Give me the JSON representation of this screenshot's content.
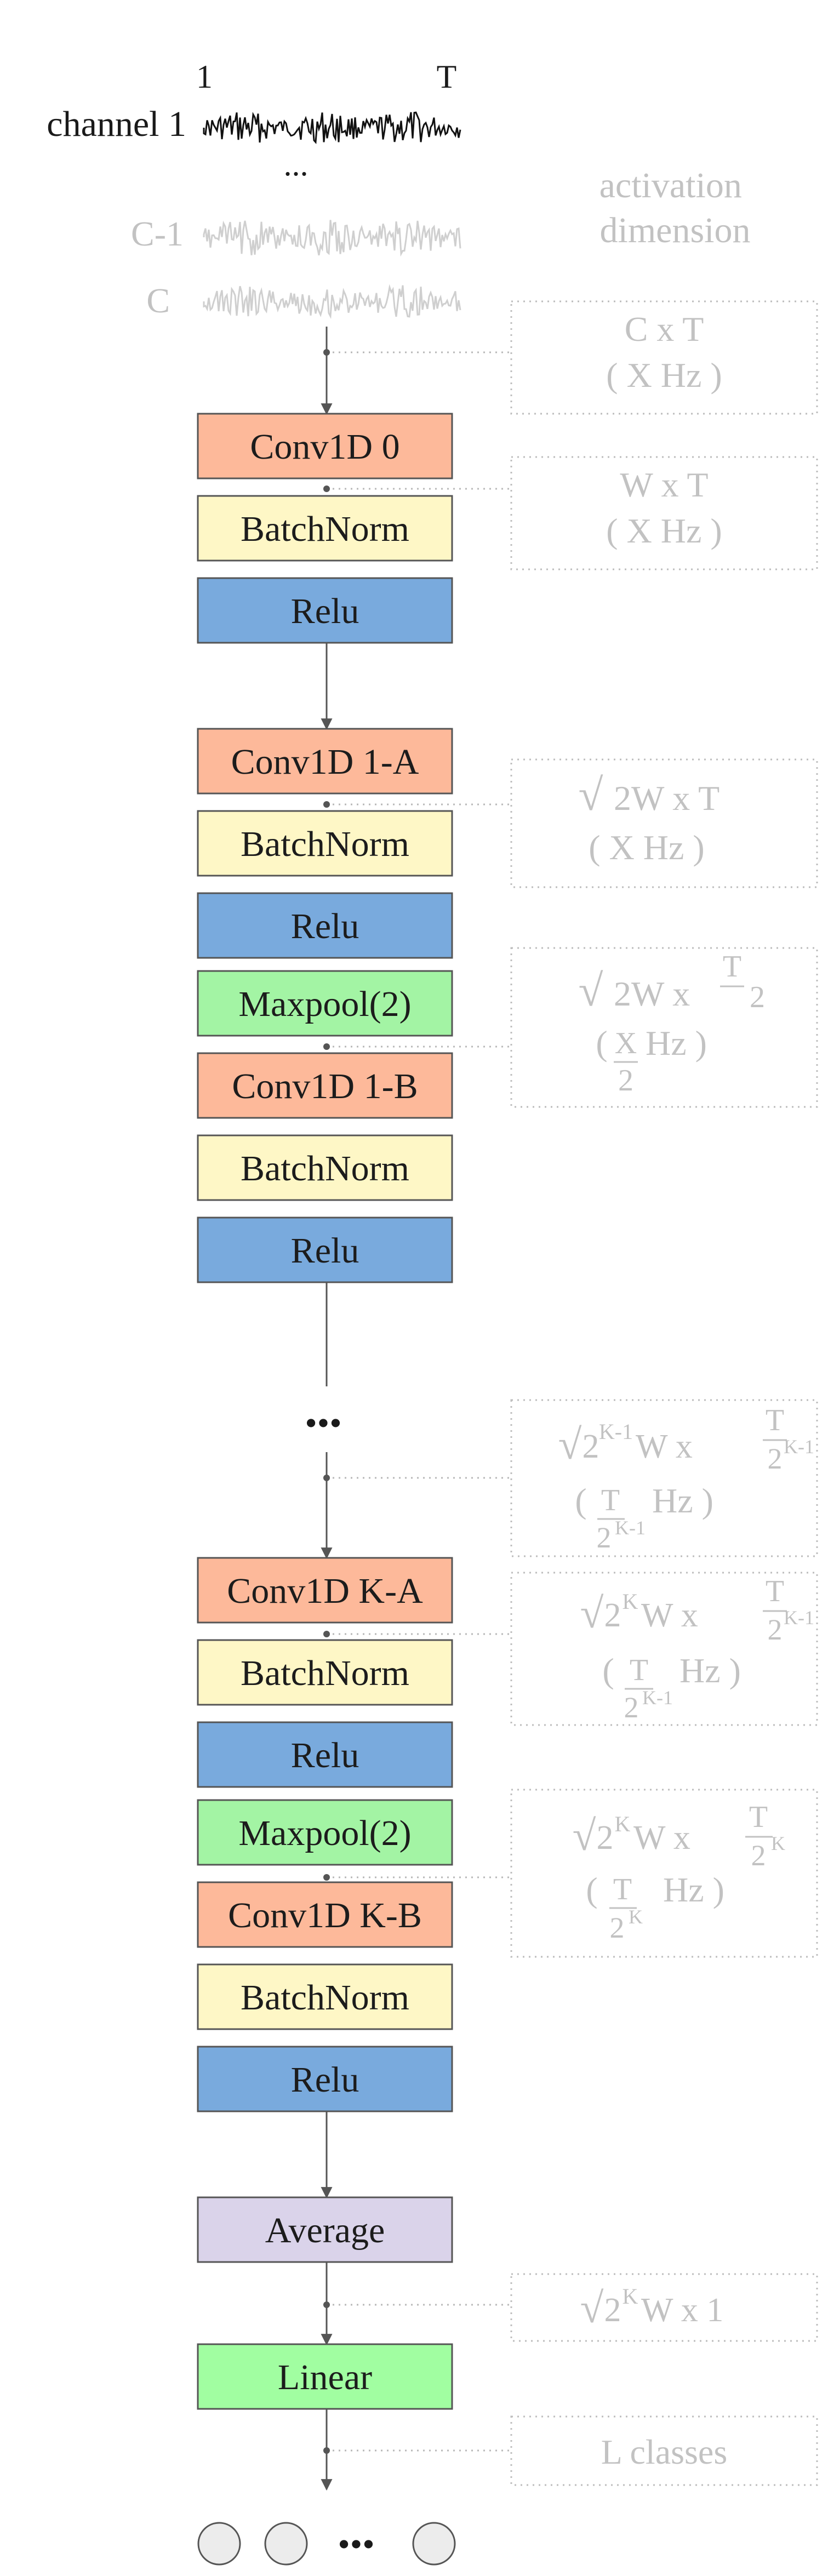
{
  "input": {
    "time_start": "1",
    "time_end": "T",
    "channel_first": "channel 1",
    "channel_dots": "...",
    "channel_penultimate": "C-1",
    "channel_last": "C",
    "activation_header": [
      "activation",
      "dimension"
    ]
  },
  "blocks": [
    {
      "id": "conv0",
      "label": "Conv1D 0",
      "kind": "conv"
    },
    {
      "id": "bn0",
      "label": "BatchNorm",
      "kind": "bn"
    },
    {
      "id": "relu0",
      "label": "Relu",
      "kind": "relu"
    },
    {
      "id": "conv1a",
      "label": "Conv1D 1-A",
      "kind": "conv"
    },
    {
      "id": "bn1a",
      "label": "BatchNorm",
      "kind": "bn"
    },
    {
      "id": "relu1a",
      "label": "Relu",
      "kind": "relu"
    },
    {
      "id": "pool1",
      "label": "Maxpool(2)",
      "kind": "pool"
    },
    {
      "id": "conv1b",
      "label": "Conv1D 1-B",
      "kind": "conv"
    },
    {
      "id": "bn1b",
      "label": "BatchNorm",
      "kind": "bn"
    },
    {
      "id": "relu1b",
      "label": "Relu",
      "kind": "relu"
    },
    {
      "id": "convka",
      "label": "Conv1D K-A",
      "kind": "conv"
    },
    {
      "id": "bnka",
      "label": "BatchNorm",
      "kind": "bn"
    },
    {
      "id": "reluka",
      "label": "Relu",
      "kind": "relu"
    },
    {
      "id": "poolk",
      "label": "Maxpool(2)",
      "kind": "pool"
    },
    {
      "id": "convkb",
      "label": "Conv1D K-B",
      "kind": "conv"
    },
    {
      "id": "bnkb",
      "label": "BatchNorm",
      "kind": "bn"
    },
    {
      "id": "relukb",
      "label": "Relu",
      "kind": "relu"
    },
    {
      "id": "avg",
      "label": "Average",
      "kind": "avg"
    },
    {
      "id": "linear",
      "label": "Linear",
      "kind": "linear"
    }
  ],
  "middle_ellipsis": "•••",
  "output_ellipsis": "•••",
  "colors": {
    "conv": "#fdb99a",
    "bn": "#fef7c6",
    "relu": "#79aadd",
    "pool": "#a3f4a4",
    "avg": "#dad3ea",
    "linear": "#a1fea1",
    "annotation": "#c2c2c2",
    "border": "#555555"
  },
  "dims": {
    "d0": {
      "a": "C x T",
      "rate": "( X Hz )"
    },
    "d1": {
      "a": "W x T",
      "rate": "( X Hz )"
    },
    "d2": {
      "sqrt": "√",
      "a": "2W x T",
      "rate": "( X Hz )"
    },
    "d3": {
      "sqrt": "√",
      "a": "2W  x",
      "num": "T",
      "den": "2",
      "open": "(",
      "rnum": "X",
      "rden": "2",
      "hz": "Hz )"
    },
    "d4": {
      "sqrt": "√",
      "base": "2",
      "exp": "K-1",
      "w": "W  x",
      "num": "T",
      "den_base": "2",
      "den_exp": "K-1",
      "open": "(",
      "rnum": "T",
      "rden_base": "2",
      "rden_exp": "K-1",
      "hz": "Hz )"
    },
    "d5": {
      "sqrt": "√",
      "base": "2",
      "exp": "K",
      "w": "W  x",
      "num": "T",
      "den_base": "2",
      "den_exp": "K-1",
      "open": "(",
      "rnum": "T",
      "rden_base": "2",
      "rden_exp": "K-1",
      "hz": "Hz )"
    },
    "d6": {
      "sqrt": "√",
      "base": "2",
      "exp": "K",
      "w": "W x",
      "num": "T",
      "den_base": "2",
      "den_exp": "K",
      "open": "(",
      "rnum": "T",
      "rden_base": "2",
      "rden_exp": "K",
      "hz": "Hz )"
    },
    "d7": {
      "sqrt": "√",
      "base": "2",
      "exp": "K",
      "w": "W x 1"
    },
    "d8": {
      "a": "L classes"
    }
  }
}
